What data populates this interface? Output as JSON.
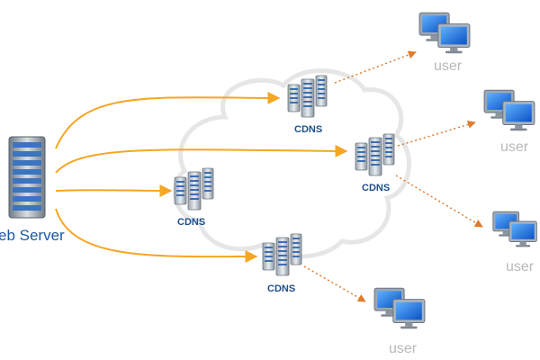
{
  "origin": {
    "label": "eb Server",
    "icon": "web-server-icon"
  },
  "cdn_nodes": [
    {
      "id": "cdns-top",
      "label": "CDNS",
      "icon": "server-cluster-icon"
    },
    {
      "id": "cdns-right",
      "label": "CDNS",
      "icon": "server-cluster-icon"
    },
    {
      "id": "cdns-left",
      "label": "CDNS",
      "icon": "server-cluster-icon"
    },
    {
      "id": "cdns-bottom",
      "label": "CDNS",
      "icon": "server-cluster-icon"
    }
  ],
  "users": [
    {
      "id": "user-top",
      "label": "user",
      "icon": "computer-monitors-icon"
    },
    {
      "id": "user-right-1",
      "label": "user",
      "icon": "computer-monitors-icon"
    },
    {
      "id": "user-right-2",
      "label": "user",
      "icon": "computer-monitors-icon"
    },
    {
      "id": "user-bottom",
      "label": "user",
      "icon": "computer-monitors-icon"
    }
  ],
  "edges": [
    {
      "from": "origin",
      "to": "cdns-top",
      "style": "solid"
    },
    {
      "from": "origin",
      "to": "cdns-right",
      "style": "solid"
    },
    {
      "from": "origin",
      "to": "cdns-left",
      "style": "solid"
    },
    {
      "from": "origin",
      "to": "cdns-bottom",
      "style": "solid"
    },
    {
      "from": "cdns-top",
      "to": "user-top",
      "style": "dotted"
    },
    {
      "from": "cdns-right",
      "to": "user-right-1",
      "style": "dotted"
    },
    {
      "from": "cdns-right",
      "to": "user-right-2",
      "style": "dotted"
    },
    {
      "from": "cdns-bottom",
      "to": "user-bottom",
      "style": "dotted"
    }
  ],
  "colors": {
    "solid_arrow": "#f5a623",
    "dotted_arrow": "#e07a2c",
    "cloud_outline": "#e6e6e6",
    "cdns_label": "#1d4f8a",
    "user_label": "#b9b9b9",
    "server_label": "#1b5aa1"
  }
}
